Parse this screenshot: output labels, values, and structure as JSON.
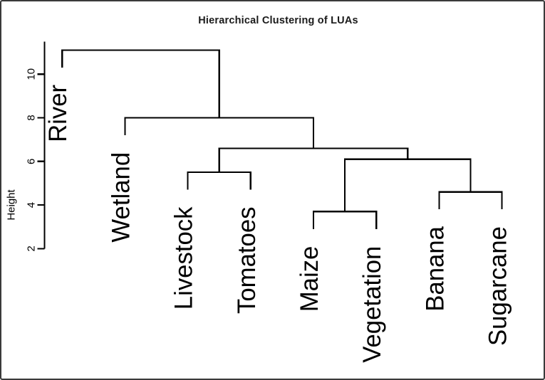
{
  "chart_data": {
    "type": "dendrogram",
    "title": "Hierarchical Clustering of LUAs",
    "ylabel": "Height",
    "yticks": [
      2,
      4,
      6,
      8,
      10
    ],
    "ylim": [
      2,
      11.5
    ],
    "leaf_hang": 0.8,
    "grid": false,
    "leaves": [
      "River",
      "Wetland",
      "Livestock",
      "Tomatoes",
      "Maize",
      "Vegetation",
      "Banana",
      "Sugarcane"
    ],
    "merges": [
      {
        "height": 3.7,
        "members": [
          "Maize",
          "Vegetation"
        ]
      },
      {
        "height": 4.6,
        "members": [
          "Banana",
          "Sugarcane"
        ]
      },
      {
        "height": 5.5,
        "members": [
          "Livestock",
          "Tomatoes"
        ]
      },
      {
        "height": 6.1,
        "members": [
          "Maize",
          "Vegetation",
          "Banana",
          "Sugarcane"
        ]
      },
      {
        "height": 6.6,
        "members": [
          "Livestock",
          "Tomatoes",
          "Maize",
          "Vegetation",
          "Banana",
          "Sugarcane"
        ]
      },
      {
        "height": 8.0,
        "members": [
          "Wetland",
          "Livestock",
          "Tomatoes",
          "Maize",
          "Vegetation",
          "Banana",
          "Sugarcane"
        ]
      },
      {
        "height": 11.1,
        "members": [
          "River",
          "Wetland",
          "Livestock",
          "Tomatoes",
          "Maize",
          "Vegetation",
          "Banana",
          "Sugarcane"
        ]
      }
    ],
    "tree": {
      "height": 11.1,
      "children": [
        {
          "leaf": "River"
        },
        {
          "height": 8.0,
          "children": [
            {
              "leaf": "Wetland"
            },
            {
              "height": 6.6,
              "children": [
                {
                  "height": 5.5,
                  "children": [
                    {
                      "leaf": "Livestock"
                    },
                    {
                      "leaf": "Tomatoes"
                    }
                  ]
                },
                {
                  "height": 6.1,
                  "children": [
                    {
                      "height": 3.7,
                      "children": [
                        {
                          "leaf": "Maize"
                        },
                        {
                          "leaf": "Vegetation"
                        }
                      ]
                    },
                    {
                      "height": 4.6,
                      "children": [
                        {
                          "leaf": "Banana"
                        },
                        {
                          "leaf": "Sugarcane"
                        }
                      ]
                    }
                  ]
                }
              ]
            }
          ]
        }
      ]
    }
  }
}
